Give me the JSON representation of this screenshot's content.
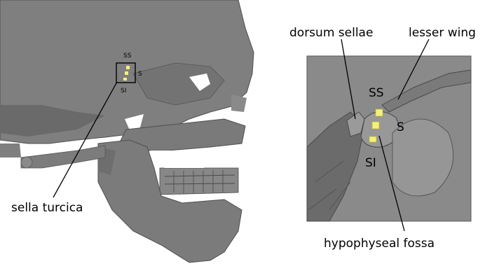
{
  "left_panel": {
    "small_labels": {
      "ss": "SS",
      "s": "S",
      "si": "SI"
    },
    "callout": "sella turcica"
  },
  "right_panel": {
    "labels": {
      "dorsum_sellae": "dorsum sellae",
      "lesser_wing": "lesser wing",
      "ss": "SS",
      "s": "S",
      "si": "SI",
      "hypophyseal_fossa": "hypophyseal fossa"
    }
  },
  "colors": {
    "bone": "#7d7d7d",
    "bone_dark": "#555555",
    "marker": "#f4f07a",
    "background": "#ffffff"
  }
}
